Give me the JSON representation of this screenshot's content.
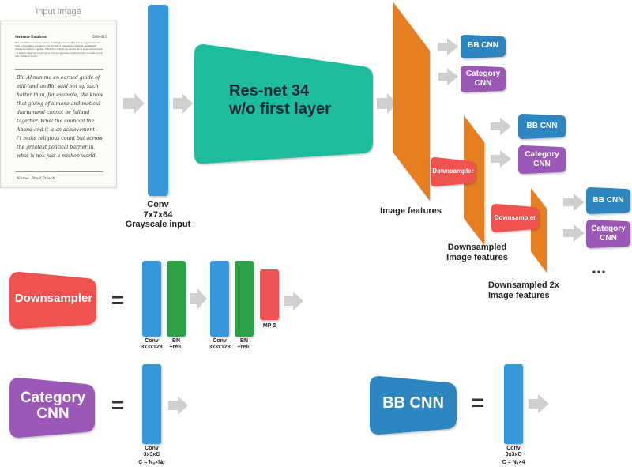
{
  "input": {
    "title": "Input image",
    "doc_header": "Sentence Database",
    "doc_id": "D06-025",
    "printed_text": "Bhi Ahnumma en earned guide of mill ground ern Bht said not up such hatter then for example, the know that giving of a mane and maticul diariumand cannot be fallend together. Whel the council the Ahand the it is an achievement - it makes religious count but across the greatest political barrier in what is nok just a mishop world.",
    "handwriting": "Bhi Ahnumma en earned guide of mill-land an Bht said not up such hatter than, for example, the know that giving of a mane and maticul diariumand cannot be falland tagether. Whel the counccil the Ahand-and it is an achievement - i't make religious count but across the greatest political barrier in what is nok just a mishop world.",
    "signature": "Name:  Brud  Frisch"
  },
  "labels": {
    "conv_first": "Conv\n7x7x64\nGrayscale input",
    "resnet": "Res-net 34\nw/o first layer",
    "image_features": "Image features",
    "downsampled": "Downsampled\nImage features",
    "downsampled2x": "Downsampled 2x\nImage features",
    "ellipsis": "...",
    "bb_cnn": "BB CNN",
    "category_cnn": "Category\nCNN",
    "downsampler": "Downsampler",
    "equals": "=",
    "conv_3x3x128": "Conv\n3x3x128",
    "bn_relu": "BN\n+relu",
    "mp2": "MP 2",
    "conv_3x3xc": "Conv\n3x3xC",
    "c_cat": "C = Nₐ×N𝑐",
    "c_bb": "C = Nₐ×4"
  },
  "colors": {
    "conv_blue": "#3498db",
    "bn_green": "#2ea044",
    "pool_red": "#ee5253",
    "resnet_teal": "#1abc9c",
    "feature_orange": "#e67e22",
    "bb_blue": "#2e86c1",
    "category_purple": "#9b59b6",
    "downsampler_red": "#ef5350",
    "arrow_grey": "#cfcfcf"
  }
}
